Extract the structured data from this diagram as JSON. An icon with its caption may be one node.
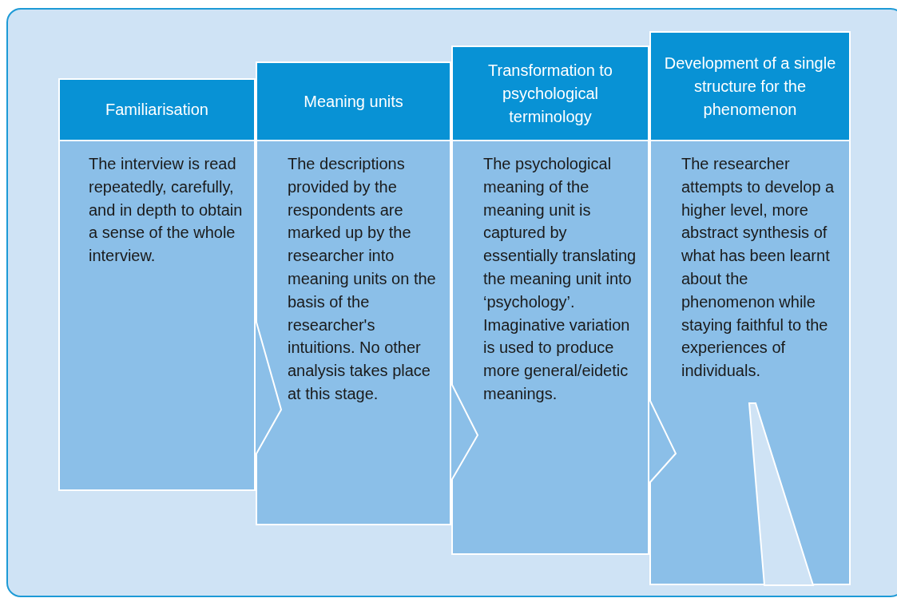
{
  "diagram": {
    "nodes": [
      {
        "text": [
          "Familiarisation"
        ]
      },
      {
        "text": [
          "The interview is read repeatedly, carefully, and in depth to obtain a sense of the whole interview."
        ]
      },
      {
        "text": [
          "Meaning units"
        ]
      },
      {
        "text": [
          "The descriptions provided by the respondents are marked up by the researcher into meaning units on the basis of the researcher's intuitions. No other analysis takes place at this stage."
        ]
      },
      {
        "text": [
          "Transformation to psychological terminology"
        ]
      },
      {
        "text": [
          "The psychological meaning of the meaning unit is captured by essentially translating the meaning unit into ‘psychology’. Imaginative variation is used to produce more general/eidetic meanings."
        ]
      },
      {
        "text": [
          "Development of a single structure for the phenomenon"
        ]
      },
      {
        "text": [
          "The researcher attempts to develop a higher level, more abstract synthesis of what has been learnt about the phenomenon while staying faithful to the experiences of individuals."
        ]
      }
    ]
  }
}
